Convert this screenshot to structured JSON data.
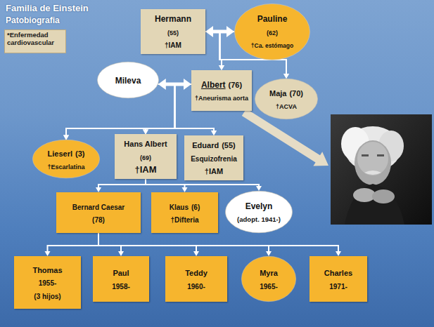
{
  "diagram": {
    "title": "Familia de Einstein",
    "nodes": [
      {
        "text": [
          "Hermann",
          "(55)",
          "†IAM"
        ]
      },
      {
        "text": [
          "Pauline",
          "(62)",
          "†Ca. estómago"
        ]
      },
      {
        "text": [
          "Albert",
          "(76)",
          "†Aneurisma aorta"
        ]
      },
      {
        "text": [
          "Maja",
          "(70)",
          "†ACVA"
        ]
      },
      {
        "text": [
          "Mileva"
        ]
      },
      {
        "text": [
          "Lieserl",
          "(3)",
          "†Escarlatina"
        ]
      },
      {
        "text": [
          "Hans Albert",
          "(69)",
          "†IAM"
        ]
      },
      {
        "text": [
          "Eduard",
          "(55)",
          "Esquizofrenia",
          "†IAM"
        ]
      },
      {
        "text": [
          "Bernard Caesar",
          "(78)"
        ]
      },
      {
        "text": [
          "Klaus",
          "(6)",
          "†Difteria"
        ]
      },
      {
        "text": [
          "Evelyn",
          "(adopt. 1941-)"
        ]
      },
      {
        "text": [
          "Thomas",
          "1955-",
          "(3 hijos)"
        ]
      },
      {
        "text": [
          "Paul",
          "1958-"
        ]
      },
      {
        "text": [
          "Teddy",
          "1960-"
        ]
      },
      {
        "text": [
          "Myra",
          "1965-"
        ]
      },
      {
        "text": [
          "Charles",
          "1971-"
        ]
      }
    ],
    "edges": [
      {
        "from": 0,
        "to": 1,
        "arrow": "both"
      },
      {
        "from": 4,
        "to": 2,
        "arrow": "both"
      },
      {
        "from": 0,
        "to": 2,
        "arrow": "to"
      },
      {
        "from": 1,
        "to": 2,
        "arrow": "to"
      },
      {
        "from": 0,
        "to": 3,
        "arrow": "to"
      },
      {
        "from": 1,
        "to": 3,
        "arrow": "to"
      },
      {
        "from": 4,
        "to": 5,
        "arrow": "to"
      },
      {
        "from": 2,
        "to": 5,
        "arrow": "to"
      },
      {
        "from": 4,
        "to": 6,
        "arrow": "to"
      },
      {
        "from": 2,
        "to": 6,
        "arrow": "to"
      },
      {
        "from": 4,
        "to": 7,
        "arrow": "to"
      },
      {
        "from": 2,
        "to": 7,
        "arrow": "to"
      },
      {
        "from": 6,
        "to": 8,
        "arrow": "to"
      },
      {
        "from": 6,
        "to": 9,
        "arrow": "to"
      },
      {
        "from": 6,
        "to": 10,
        "arrow": "to"
      },
      {
        "from": 8,
        "to": 11,
        "arrow": "to"
      },
      {
        "from": 8,
        "to": 12,
        "arrow": "to"
      },
      {
        "from": 8,
        "to": 13,
        "arrow": "to"
      },
      {
        "from": 8,
        "to": 14,
        "arrow": "to"
      },
      {
        "from": 8,
        "to": 15,
        "arrow": "to"
      }
    ],
    "labels": [
      "Patobiografia"
    ],
    "legend": [
      {
        "text": "*Enfermedad cardiovascular",
        "color": "#e2d6b6"
      }
    ]
  }
}
